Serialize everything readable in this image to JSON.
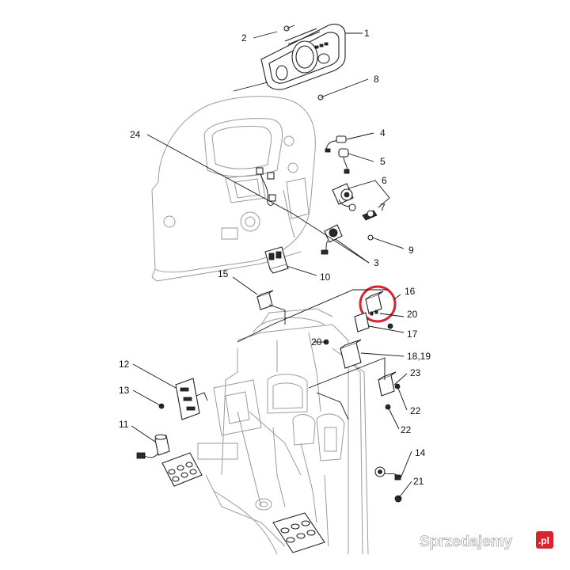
{
  "callouts": {
    "n1": "1",
    "n2": "2",
    "n3": "3",
    "n4": "4",
    "n5": "5",
    "n6": "6",
    "n7": "7",
    "n8": "8",
    "n9": "9",
    "n10": "10",
    "n11": "11",
    "n12": "12",
    "n13": "13",
    "n14": "14",
    "n15": "15",
    "n16": "16",
    "n17": "17",
    "n18_19": "18,19",
    "n20a": "20",
    "n20b": "20",
    "n21": "21",
    "n22a": "22",
    "n22b": "22",
    "n23": "23",
    "n24": "24"
  },
  "highlight": {
    "color": "#d9232e",
    "part": "16"
  },
  "watermark": {
    "text": "Sprzedajemy",
    "badge": ".pl",
    "badge_color": "#d9232e"
  }
}
